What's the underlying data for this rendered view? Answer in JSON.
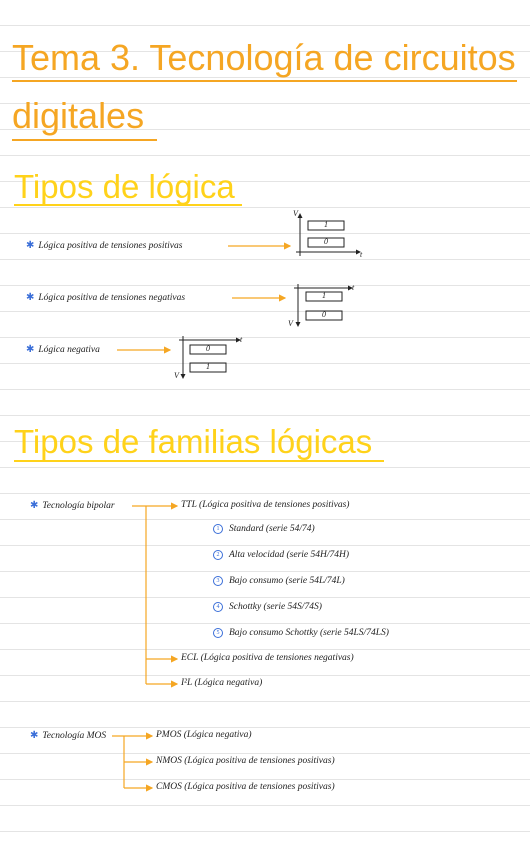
{
  "title": {
    "line1": "Tema 3. Tecnología de circuitos",
    "line2": "digitales"
  },
  "section1": {
    "heading": "Tipos de lógica",
    "items": [
      {
        "text": "Lógica positiva de tensiones positivas",
        "top_box": "1",
        "bottom_box": "0"
      },
      {
        "text": "Lógica positiva de tensiones negativas",
        "top_box": "1",
        "bottom_box": "0"
      },
      {
        "text": "Lógica negativa",
        "top_box": "0",
        "bottom_box": "1"
      }
    ],
    "axis": {
      "v": "V",
      "t": "t"
    }
  },
  "section2": {
    "heading": "Tipos de familias lógicas",
    "bipolar": {
      "label": "Tecnología bipolar",
      "ttl": "TTL (Lógica positiva de tensiones positivas)",
      "subtypes": [
        {
          "num": "1",
          "text": "Standard (serie 54/74)"
        },
        {
          "num": "2",
          "text": "Alta velocidad (serie 54H/74H)"
        },
        {
          "num": "3",
          "text": "Bajo consumo (serie 54L/74L)"
        },
        {
          "num": "4",
          "text": "Schottky (serie 54S/74S)"
        },
        {
          "num": "5",
          "text": "Bajo consumo Schottky (serie 54LS/74LS)"
        }
      ],
      "ecl": "ECL (Lógica positiva de tensiones negativas)",
      "i2l": "I²L (Lógica negativa)"
    },
    "mos": {
      "label": "Tecnología MOS",
      "items": [
        "PMOS (Lógica negativa)",
        "NMOS (Lógica positiva de tensiones positivas)",
        "CMOS (Lógica positiva de tensiones positivas)"
      ]
    }
  },
  "colors": {
    "title": "#f5a623",
    "heading": "#ffd21a",
    "arrow": "#f5a623",
    "bullet": "#3b6fd8"
  }
}
